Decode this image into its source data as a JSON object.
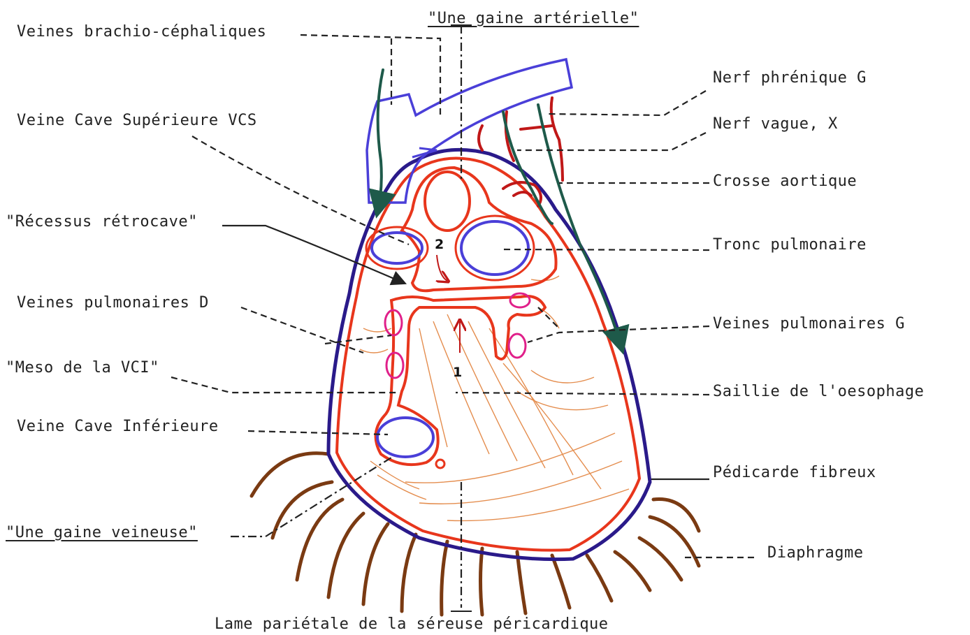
{
  "diagram": {
    "labels_left": {
      "brachio": "Veines brachio-céphaliques",
      "vcs": "Veine Cave Supérieure VCS",
      "recessus": "\"Récessus rétrocave\"",
      "vp_d": "Veines pulmonaires D",
      "meso": "\"Meso de la VCI\"",
      "vci": "Veine Cave Inférieure",
      "gaine_veineuse": "\"Une gaine veineuse\""
    },
    "labels_right": {
      "phrenique": "Nerf phrénique G",
      "vague": "Nerf vague, X",
      "crosse": "Crosse aortique",
      "tronc": "Tronc pulmonaire",
      "vp_g": "Veines pulmonaires G",
      "saillie": "Saillie de l'oesophage",
      "pericarde": "Pédicarde fibreux",
      "diaphragme": "Diaphragme"
    },
    "label_top": "\"Une gaine artérielle\"",
    "label_bottom": "Lame pariétale de la séreuse péricardique",
    "markers": {
      "one": "1",
      "two": "2"
    },
    "colors": {
      "red": "#e8361c",
      "blue": "#4a3fd8",
      "navy": "#2a1a8a",
      "green": "#1e5a4a",
      "brown": "#7a3a12",
      "orange": "#e07a30",
      "magenta": "#e0208a",
      "darkred": "#c01818"
    }
  }
}
